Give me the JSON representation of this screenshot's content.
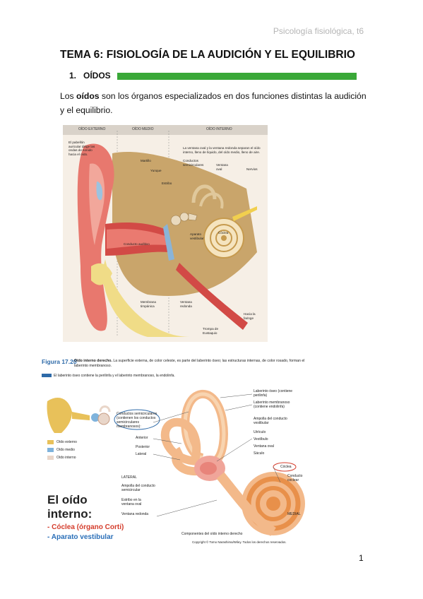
{
  "header": {
    "note": "Psicología fisiológica, t6"
  },
  "title": "TEMA 6: FISIOLOGÍA DE LA AUDICIÓN Y EL EQUILIBRIO",
  "section": {
    "number": "1.",
    "label": "OÍDOS",
    "accent": "#3aa838"
  },
  "paragraph": {
    "pre": "Los ",
    "bold": "oídos",
    "post": " son los órganos especializados en dos funciones distintas la audición y el equilibrio."
  },
  "figure1": {
    "headers": [
      "OÍDO EXTERNO",
      "OÍDO MEDIO",
      "OÍDO INTERNO"
    ],
    "labels": {
      "pabellon": "El pabellón auricular dirige las ondas de sonido hacia el oído.",
      "ventana_note": "La ventana oval y la ventana redonda separan el oído interno, lleno de líquido, del oído medio, lleno de aire.",
      "martillo": "Martillo",
      "yunque": "Yunque",
      "estribo": "Estribo",
      "conductos": "Conductos semicirculares",
      "ventana_oval": "Ventana oval",
      "nervios": "Nervios",
      "conducto_auditivo": "Conducto auditivo",
      "aparato": "Aparato vestibular",
      "coclea": "Cóclea",
      "membrana": "Membrana timpánica",
      "ventana_redonda": "Ventana redonda",
      "faringe": "Hacia la faringe",
      "trompa": "Trompa de Eustaquio"
    }
  },
  "figure2": {
    "number": "Figura 17.20",
    "caption_bold": "Oído interno derecho.",
    "caption": " La superficie externa, de color celeste, es parte del laberinto óseo; las estructuras internas, de color rosado, forman el laberinto membranoso.",
    "note": "El laberinto óseo contiene la perilinfa y el laberinto membranoso, la endolinfa.",
    "legend": [
      {
        "label": "Oído externo",
        "color": "#e8c15a"
      },
      {
        "label": "Oído medio",
        "color": "#7fb3dc"
      },
      {
        "label": "Oído interno",
        "color": "#e9d6c9"
      }
    ],
    "big_title_1": "El oído",
    "big_title_2": "interno:",
    "bullet_red": "- Cóclea (órgano Corti)",
    "bullet_blue": "- Aparato vestibular",
    "labels": {
      "conductos": "Conductos semicirculares (contienen los conductos semicirculares membranosos):",
      "anterior": "Anterior",
      "posterior": "Posterior",
      "lateral": "Lateral",
      "lateral_caps": "LATERAL",
      "ampolla_sc": "Ampolla del conducto semicircular",
      "estribo": "Estribo en la ventana oval",
      "ventana_redonda": "Ventana redonda",
      "laberinto_oseo": "Laberinto óseo (contiene perilinfa)",
      "laberinto_memb": "Laberinto membranoso (contiene endolinfa)",
      "ampolla_cond": "Ampolla del conducto vestibular",
      "utriculo": "Utrículo",
      "vestibulo": "Vestíbulo",
      "ventana_oval": "Ventana oval",
      "saculo": "Sáculo",
      "coclea": "Cóclea",
      "conducto_coclear": "Conducto coclear",
      "medial": "MEDIAL",
      "componentes": "Componentes del oído interno derecho",
      "copyright": "Copyright © Tomo Narashima/Wiley. Todos los derechos reservados."
    }
  },
  "page_number": "1"
}
